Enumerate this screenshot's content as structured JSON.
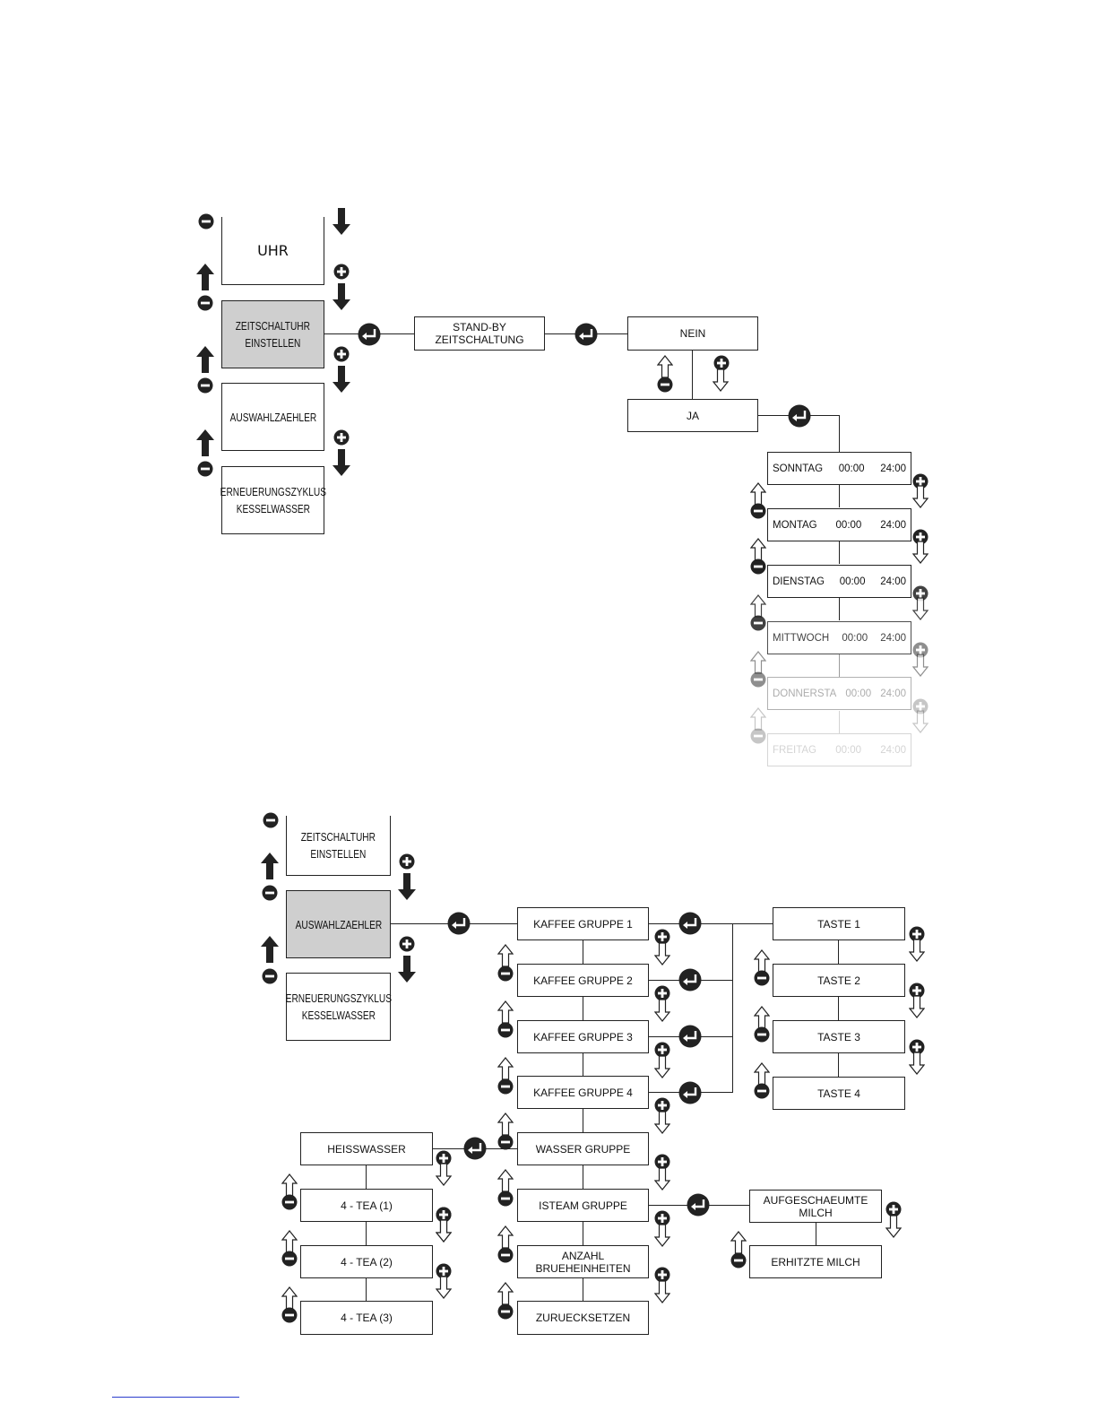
{
  "colors": {
    "line": "#222222",
    "selected_fill": "#cfcfcf",
    "link_underline": "#2a3dcc"
  },
  "icons": [
    "enter-icon",
    "arrow-up-solid-icon",
    "arrow-down-solid-icon",
    "arrow-up-outline-icon",
    "arrow-down-outline-icon",
    "plus-icon",
    "minus-icon"
  ],
  "top": {
    "menu": {
      "uhr": "UHR",
      "zeitschaltuhr": "ZEITSCHALTUHR\nEINSTELLEN",
      "auswahlzaehler": "AUSWAHLZAEHLER",
      "erneuerung": "ERNEUERUNGSZYKLUS\nKESSELWASSER"
    },
    "standby": "STAND-BY\nZEITSCHALTUNG",
    "nein": "NEIN",
    "ja": "JA",
    "days": [
      {
        "day": "SONNTAG",
        "from": "00:00",
        "to": "24:00"
      },
      {
        "day": "MONTAG",
        "from": "00:00",
        "to": "24:00"
      },
      {
        "day": "DIENSTAG",
        "from": "00:00",
        "to": "24:00"
      },
      {
        "day": "MITTWOCH",
        "from": "00:00",
        "to": "24:00"
      },
      {
        "day": "DONNERSTA",
        "from": "00:00",
        "to": "24:00"
      },
      {
        "day": "FREITAG",
        "from": "00:00",
        "to": "24:00"
      }
    ]
  },
  "bottom": {
    "menu": {
      "zeitschaltuhr": "ZEITSCHALTUHR\nEINSTELLEN",
      "auswahlzaehler": "AUSWAHLZAEHLER",
      "erneuerung": "ERNEUERUNGSZYKLUS\nKESSELWASSER"
    },
    "groups": [
      "KAFFEE GRUPPE 1",
      "KAFFEE GRUPPE 2",
      "KAFFEE GRUPPE 3",
      "KAFFEE GRUPPE 4",
      "WASSER GRUPPE",
      "ISTEAM GRUPPE",
      "ANZAHL\nBRUEHEINHEITEN",
      "ZURUECKSETZEN"
    ],
    "tasten": [
      "TASTE 1",
      "TASTE 2",
      "TASTE 3",
      "TASTE 4"
    ],
    "water": [
      "HEISSWASSER",
      "4 - TEA (1)",
      "4 - TEA (2)",
      "4 - TEA (3)"
    ],
    "milk": [
      "AUFGESCHAEUMTE\nMILCH",
      "ERHITZTE MILCH"
    ]
  }
}
